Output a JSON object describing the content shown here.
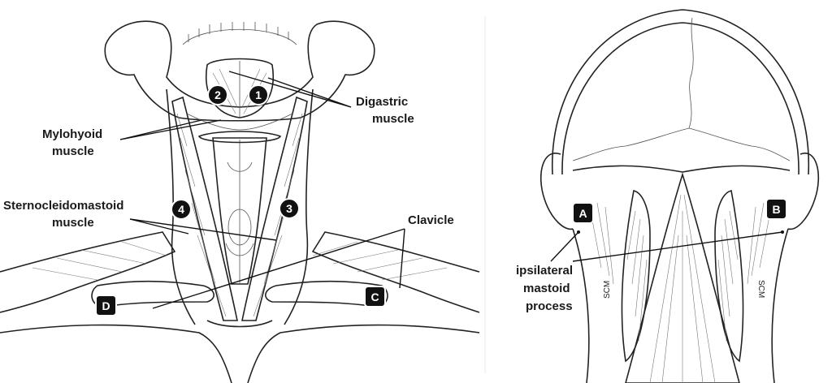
{
  "front": {
    "labels": {
      "digastric_1": "Digastric",
      "digastric_2": "muscle",
      "mylohyoid_1": "Mylohyoid",
      "mylohyoid_2": "muscle",
      "scm_1": "Sternocleidomastoid",
      "scm_2": "muscle",
      "clavicle": "Clavicle"
    },
    "badges": {
      "b1": "1",
      "b2": "2",
      "b3": "3",
      "b4": "4",
      "bC": "C",
      "bD": "D"
    }
  },
  "back": {
    "labels": {
      "process_1": "ipsilateral",
      "process_2": "mastoid",
      "process_3": "process",
      "scm_left": "SCM",
      "scm_right": "SCM"
    },
    "badges": {
      "bA": "A",
      "bB": "B"
    }
  }
}
